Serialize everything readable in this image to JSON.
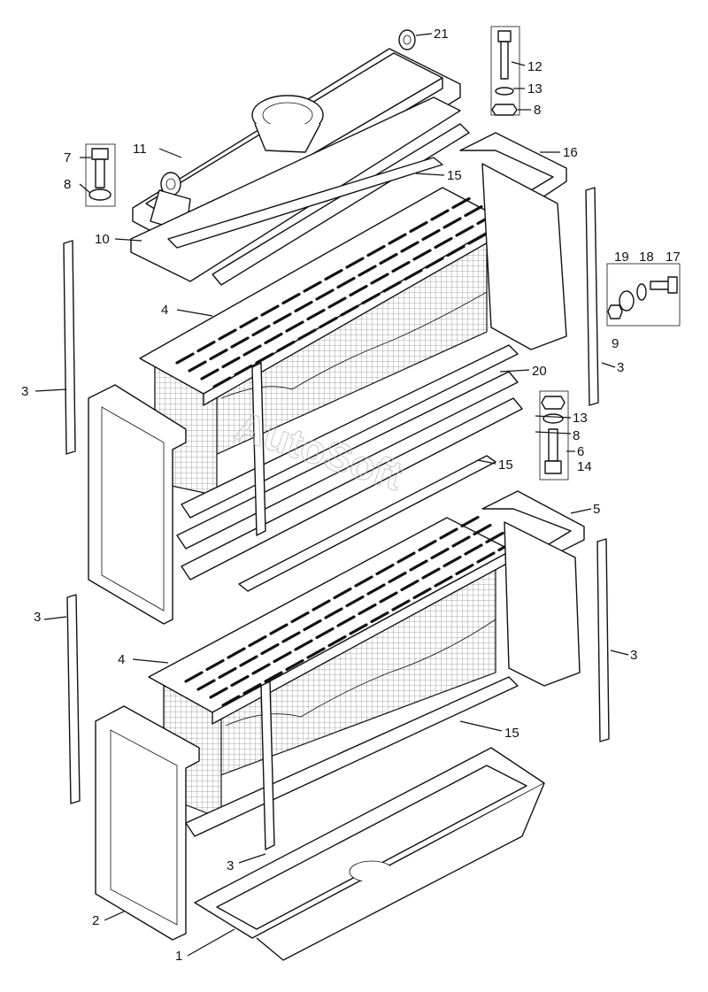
{
  "callouts": [
    {
      "id": "c21",
      "text": "21"
    },
    {
      "id": "c12",
      "text": "12"
    },
    {
      "id": "c13a",
      "text": "13"
    },
    {
      "id": "c8a",
      "text": "8"
    },
    {
      "id": "c11",
      "text": "11"
    },
    {
      "id": "c16",
      "text": "16"
    },
    {
      "id": "c7",
      "text": "7"
    },
    {
      "id": "c8b",
      "text": "8"
    },
    {
      "id": "c15a",
      "text": "15"
    },
    {
      "id": "c10",
      "text": "10"
    },
    {
      "id": "c19",
      "text": "19"
    },
    {
      "id": "c18",
      "text": "18"
    },
    {
      "id": "c17",
      "text": "17"
    },
    {
      "id": "c4a",
      "text": "4"
    },
    {
      "id": "c9",
      "text": "9"
    },
    {
      "id": "c3a",
      "text": "3"
    },
    {
      "id": "c3b",
      "text": "3"
    },
    {
      "id": "c20",
      "text": "20"
    },
    {
      "id": "c13b",
      "text": "13"
    },
    {
      "id": "c8c",
      "text": "8"
    },
    {
      "id": "c6",
      "text": "6"
    },
    {
      "id": "c14",
      "text": "14"
    },
    {
      "id": "c15b",
      "text": "15"
    },
    {
      "id": "c5",
      "text": "5"
    },
    {
      "id": "c3c",
      "text": "3"
    },
    {
      "id": "c4b",
      "text": "4"
    },
    {
      "id": "c3d",
      "text": "3"
    },
    {
      "id": "c15c",
      "text": "15"
    },
    {
      "id": "c3e",
      "text": "3"
    },
    {
      "id": "c2",
      "text": "2"
    },
    {
      "id": "c1",
      "text": "1"
    }
  ],
  "watermark": "AutoSoft"
}
